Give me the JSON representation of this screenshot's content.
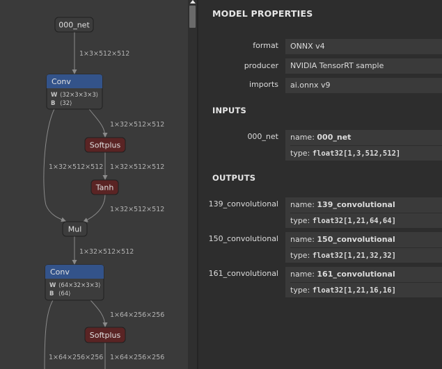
{
  "graph": {
    "nodes": {
      "input": {
        "label": "000_net"
      },
      "conv1": {
        "label": "Conv",
        "w_key": "W",
        "w_val": "⟨32×3×3×3⟩",
        "b_key": "B",
        "b_val": "⟨32⟩"
      },
      "softplus1": {
        "label": "Softplus"
      },
      "tanh1": {
        "label": "Tanh"
      },
      "mul1": {
        "label": "Mul"
      },
      "conv2": {
        "label": "Conv",
        "w_key": "W",
        "w_val": "⟨64×32×3×3⟩",
        "b_key": "B",
        "b_val": "⟨64⟩"
      },
      "softplus2": {
        "label": "Softplus"
      }
    },
    "edges": {
      "input_conv1": "1×3×512×512",
      "conv1_softplus1": "1×32×512×512",
      "conv1_mul1": "1×32×512×512",
      "softplus1_tanh1": "1×32×512×512",
      "tanh1_mul1": "1×32×512×512",
      "mul1_conv2": "1×32×512×512",
      "conv2_softplus2": "1×64×256×256",
      "conv2_down": "1×64×256×256",
      "softplus2_down": "1×64×256×256"
    },
    "colors": {
      "canvas": "#3a3a3a",
      "node_fill": "#3c3c3c",
      "conv_header": "#33538a",
      "activation": "#5a2424",
      "edge": "#8a8a8a"
    }
  },
  "sidebar": {
    "title": "MODEL PROPERTIES",
    "properties": [
      {
        "label": "format",
        "value": "ONNX v4"
      },
      {
        "label": "producer",
        "value": "NVIDIA TensorRT sample"
      },
      {
        "label": "imports",
        "value": "ai.onnx v9"
      }
    ],
    "inputs_title": "INPUTS",
    "inputs": [
      {
        "label": "000_net",
        "name_prefix": "name: ",
        "name": "000_net",
        "type_prefix": "type: ",
        "type": "float32[1,3,512,512]"
      }
    ],
    "outputs_title": "OUTPUTS",
    "outputs": [
      {
        "label": "139_convolutional",
        "name_prefix": "name: ",
        "name": "139_convolutional",
        "type_prefix": "type: ",
        "type": "float32[1,21,64,64]"
      },
      {
        "label": "150_convolutional",
        "name_prefix": "name: ",
        "name": "150_convolutional",
        "type_prefix": "type: ",
        "type": "float32[1,21,32,32]"
      },
      {
        "label": "161_convolutional",
        "name_prefix": "name: ",
        "name": "161_convolutional",
        "type_prefix": "type: ",
        "type": "float32[1,21,16,16]"
      }
    ]
  }
}
